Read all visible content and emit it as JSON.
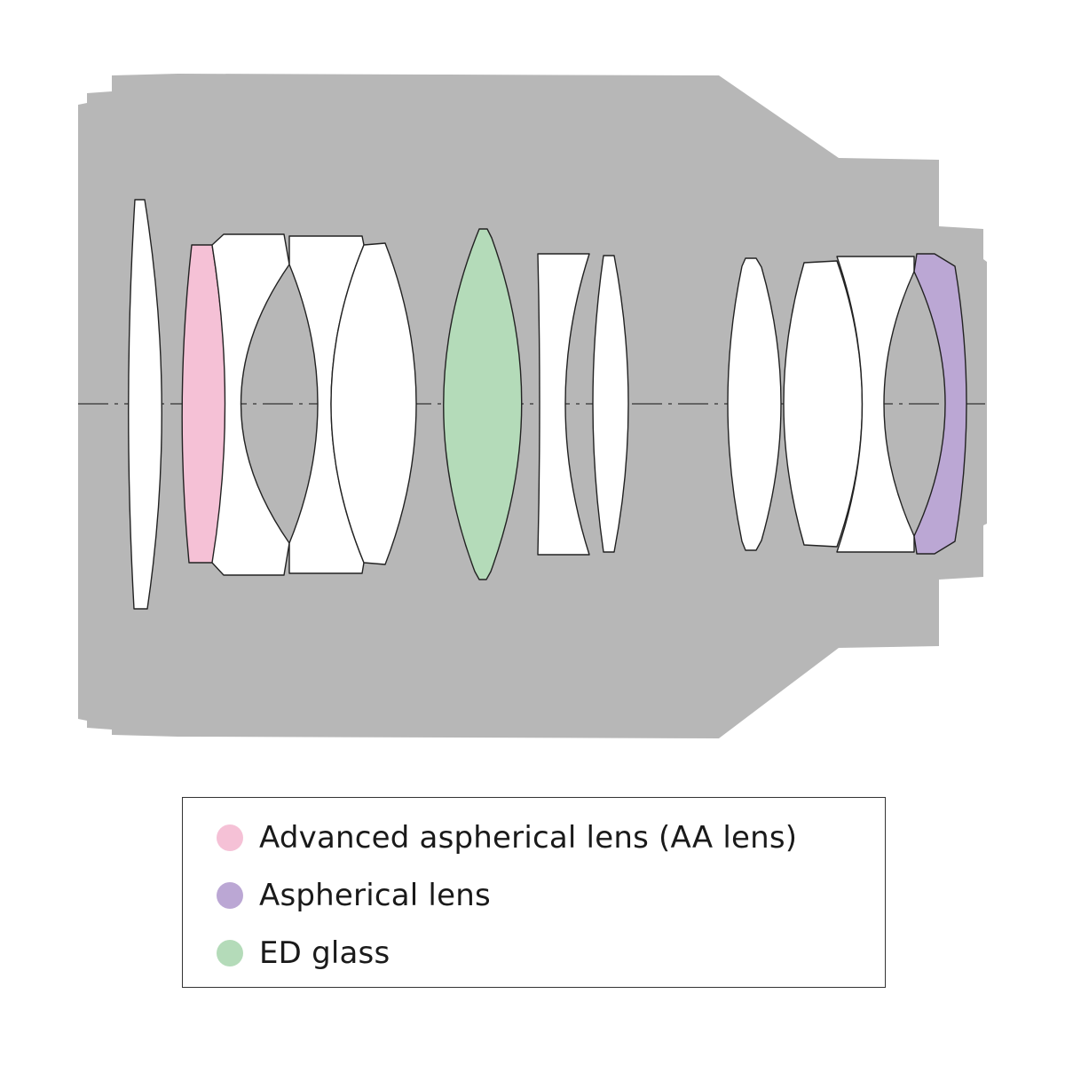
{
  "colors": {
    "barrel": "#b7b7b7",
    "lens_fill": "#ffffff",
    "lens_stroke": "#222222",
    "axis": "#333333",
    "aa_lens": "#f5c1d6",
    "aspherical": "#bba7d4",
    "ed_glass": "#b4dbb9"
  },
  "elements": [
    {
      "name": "lens-element-1",
      "type": "plain"
    },
    {
      "name": "lens-element-2",
      "type": "aa_lens"
    },
    {
      "name": "lens-element-3",
      "type": "plain"
    },
    {
      "name": "lens-element-4",
      "type": "plain"
    },
    {
      "name": "lens-element-5",
      "type": "plain"
    },
    {
      "name": "lens-element-6",
      "type": "ed_glass"
    },
    {
      "name": "lens-element-7",
      "type": "plain"
    },
    {
      "name": "lens-element-8",
      "type": "plain"
    },
    {
      "name": "lens-element-9",
      "type": "plain"
    },
    {
      "name": "lens-element-10",
      "type": "plain"
    },
    {
      "name": "lens-element-11",
      "type": "plain"
    },
    {
      "name": "lens-element-12",
      "type": "aspherical"
    }
  ],
  "legend": {
    "items": [
      {
        "label": "Advanced aspherical lens (AA lens)",
        "color": "#f5c1d6"
      },
      {
        "label": "Aspherical lens",
        "color": "#bba7d4"
      },
      {
        "label": "ED glass",
        "color": "#b4dbb9"
      }
    ]
  }
}
